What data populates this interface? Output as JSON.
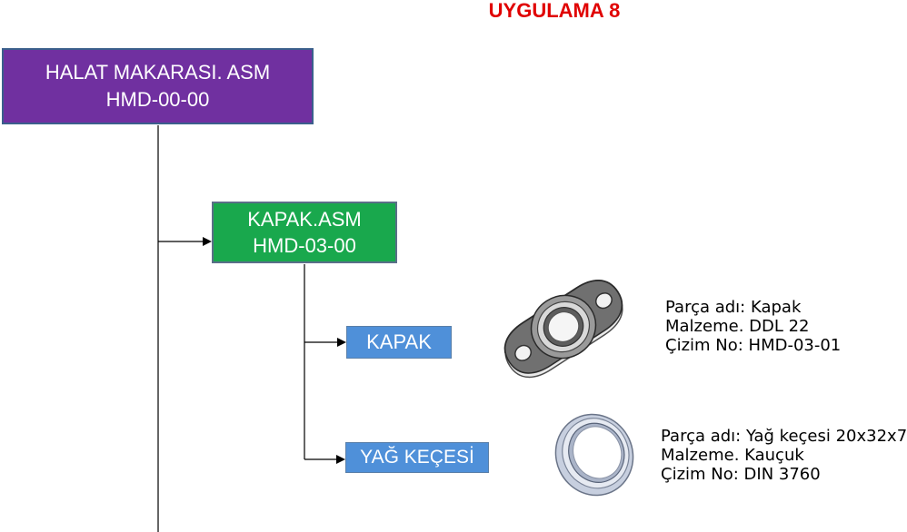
{
  "title": "UYGULAMA 8",
  "root": {
    "line1": "HALAT  MAKARASI. ASM",
    "line2": "HMD-00-00",
    "color": "#7030a0"
  },
  "subassembly": {
    "line1": "KAPAK.ASM",
    "line2": "HMD-03-00",
    "color": "#19a84d"
  },
  "parts": [
    {
      "label": "KAPAK",
      "image_icon": "flange-cover-icon",
      "info": [
        "Parça adı: Kapak",
        "Malzeme. DDL 22",
        "Çizim No: HMD-03-01"
      ]
    },
    {
      "label": "YAĞ KEÇESİ",
      "image_icon": "oil-seal-ring-icon",
      "info": [
        "Parça adı: Yağ keçesi 20x32x7",
        "Malzeme. Kauçuk",
        "Çizim No: DIN 3760"
      ]
    }
  ],
  "colors": {
    "title": "#e00000",
    "part_box": "#4f90d9"
  }
}
